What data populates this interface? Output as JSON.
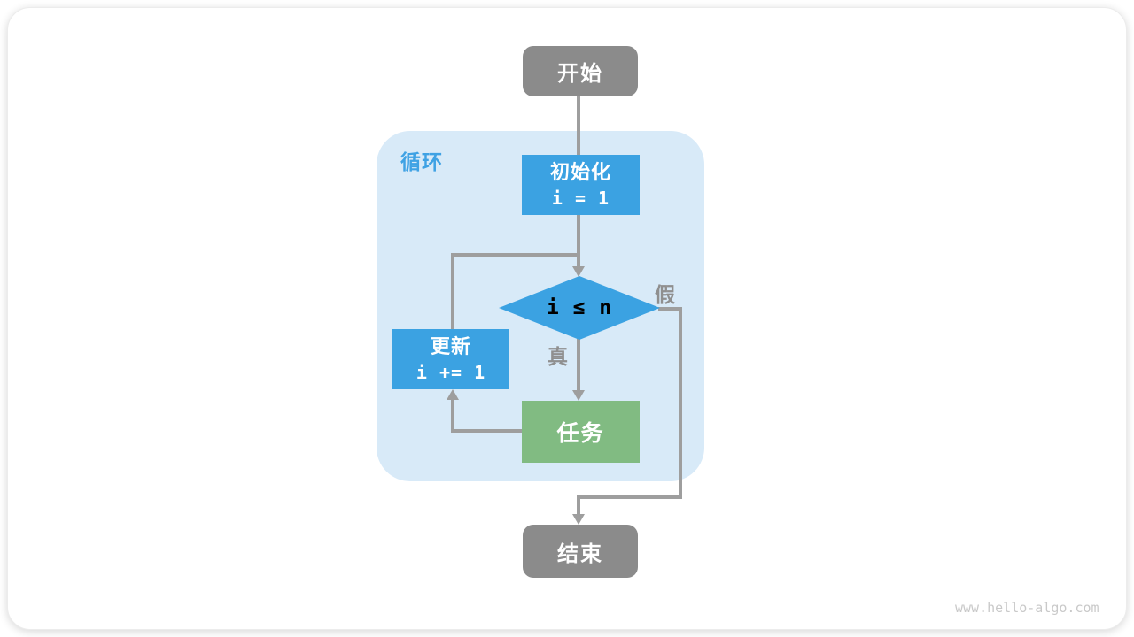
{
  "page": {
    "watermark": "www.hello-algo.com"
  },
  "diagram": {
    "loop_label": "循环",
    "nodes": {
      "start": {
        "label": "开始"
      },
      "init": {
        "title": "初始化",
        "code": "i = 1"
      },
      "cond": {
        "label": "i ≤ n"
      },
      "update": {
        "title": "更新",
        "code": "i += 1"
      },
      "task": {
        "label": "任务"
      },
      "end": {
        "label": "结束"
      }
    },
    "edges": {
      "true_label": "真",
      "false_label": "假"
    },
    "colors": {
      "blue": "#3ba2e2",
      "green": "#81bb82",
      "node_gray": "#8b8b8b",
      "loop_bg": "#d8eaf8",
      "loop_label": "#3fa2e4",
      "line": "#9e9e9e",
      "label_gray": "#8f8f8f",
      "watermark": "#c9c9c9"
    }
  }
}
